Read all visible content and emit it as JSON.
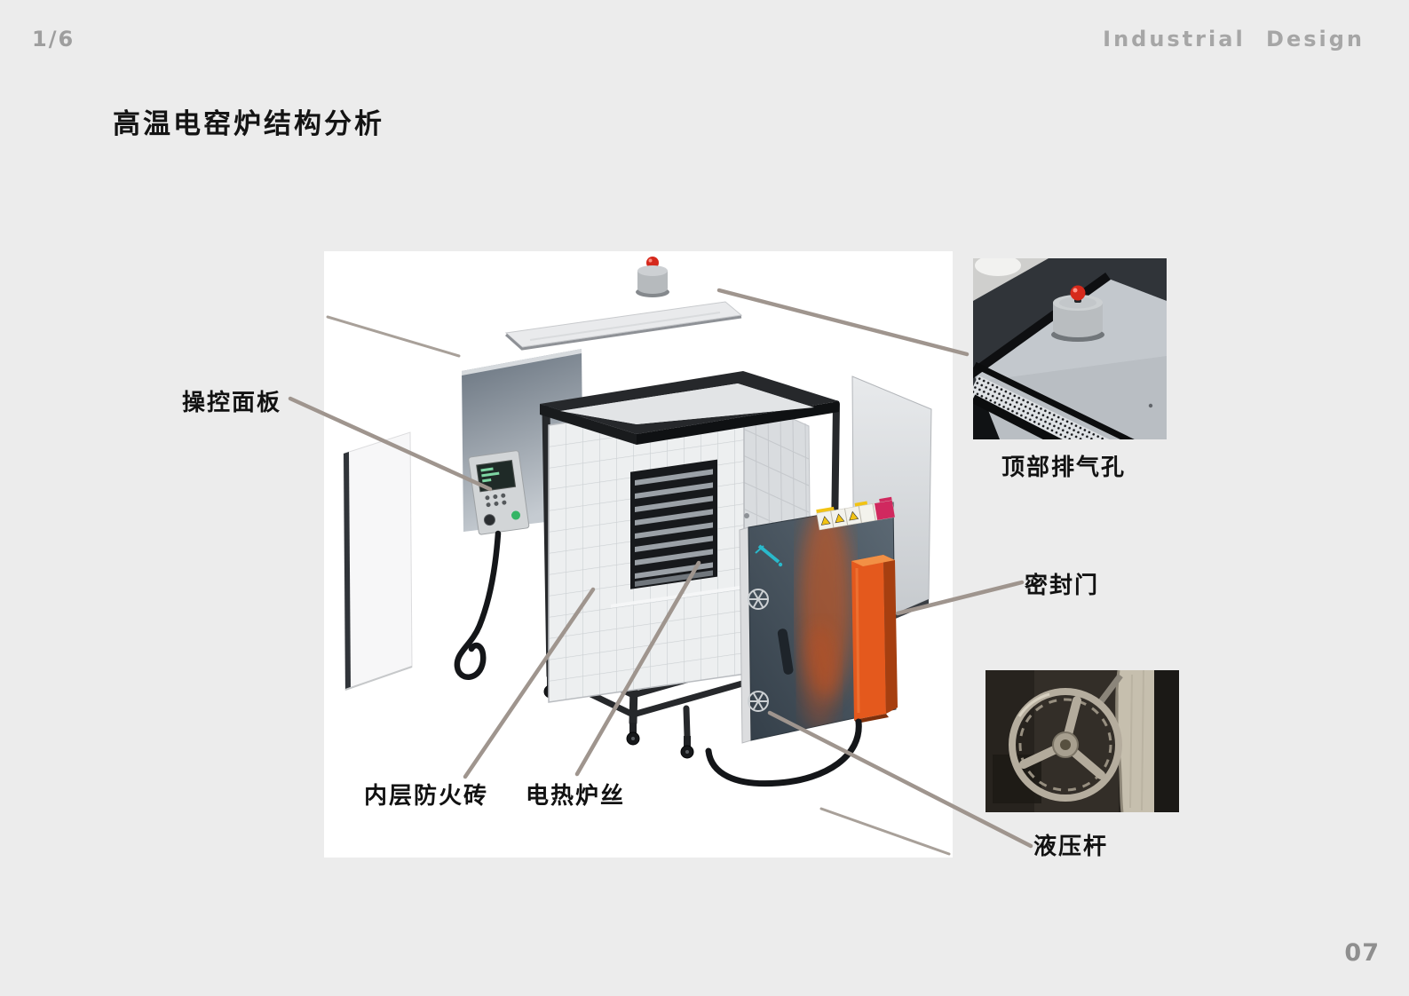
{
  "page": {
    "page_indicator": "1/6",
    "header_right": "Industrial Design",
    "title": "高温电窑炉结构分析",
    "page_number": "07"
  },
  "labels": {
    "control_panel": "操控面板",
    "top_exhaust": "顶部排气孔",
    "sealed_door": "密封门",
    "inner_firebrick": "内层防火砖",
    "heating_wire": "电热炉丝",
    "hydraulic_rod": "液压杆"
  },
  "figure": {
    "insets": [
      {
        "name": "top-exhaust-photo",
        "shows": "kiln top plate with red-knob vent cap and perforated grille"
      },
      {
        "name": "handwheel-photo",
        "shows": "metal three-spoke handwheel beside firebrick column"
      }
    ]
  },
  "colors": {
    "background": "#ececec",
    "panel_white": "#ffffff",
    "leader_line": "#9f958e",
    "label_text": "#121212",
    "muted_text": "#9e9e9e",
    "door_dark": "#3c4752",
    "accent_orange": "#e4591d",
    "alert_red": "#d62a1c",
    "logo_cyan": "#29b9cb",
    "warning_yellow": "#f2c313"
  }
}
